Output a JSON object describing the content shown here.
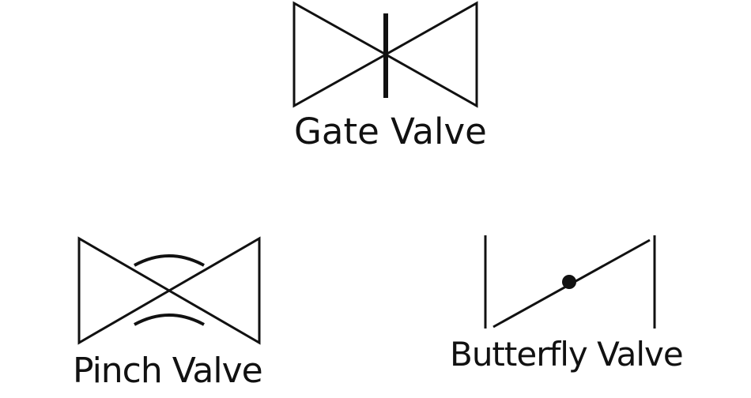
{
  "diagram": {
    "stroke_color": "#111111",
    "background_color": "#ffffff",
    "symbols": [
      {
        "id": "gate",
        "label": "Gate Valve",
        "icon": "gate-valve-icon"
      },
      {
        "id": "pinch",
        "label": "Pinch Valve",
        "icon": "pinch-valve-icon"
      },
      {
        "id": "butterfly",
        "label": "Butterfly Valve",
        "icon": "butterfly-valve-icon"
      }
    ]
  }
}
